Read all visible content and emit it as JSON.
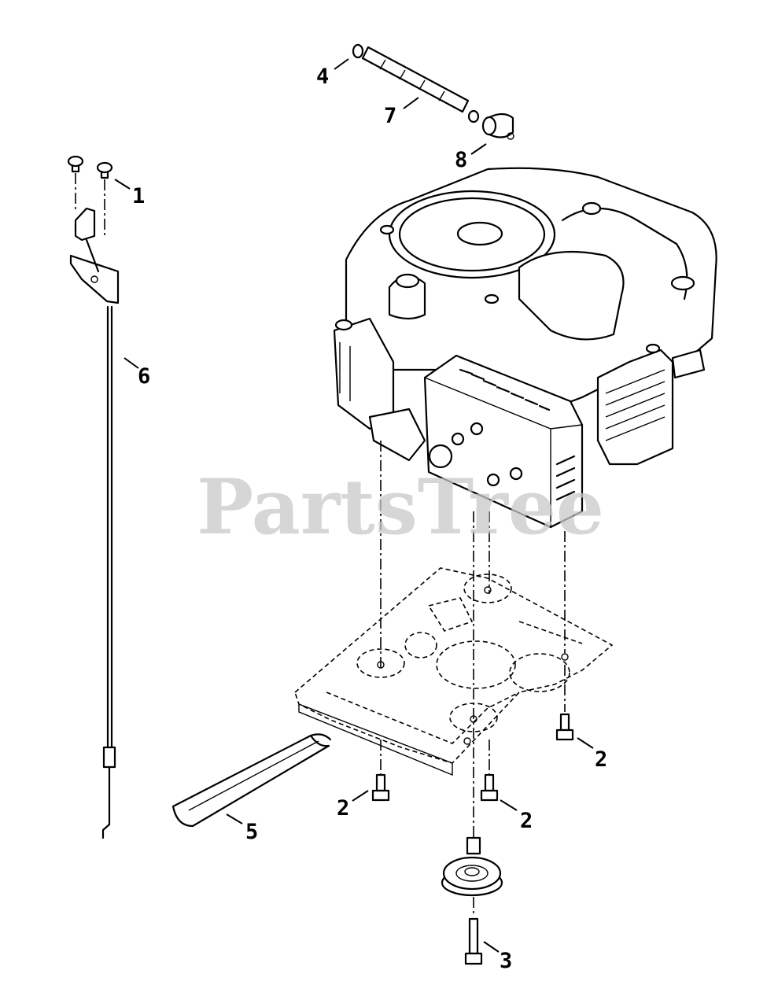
{
  "watermark": "PartsTree",
  "callouts": {
    "c1": "1",
    "c2a": "2",
    "c2b": "2",
    "c2c": "2",
    "c3": "3",
    "c4": "4",
    "c5": "5",
    "c6": "6",
    "c7": "7",
    "c8": "8"
  }
}
